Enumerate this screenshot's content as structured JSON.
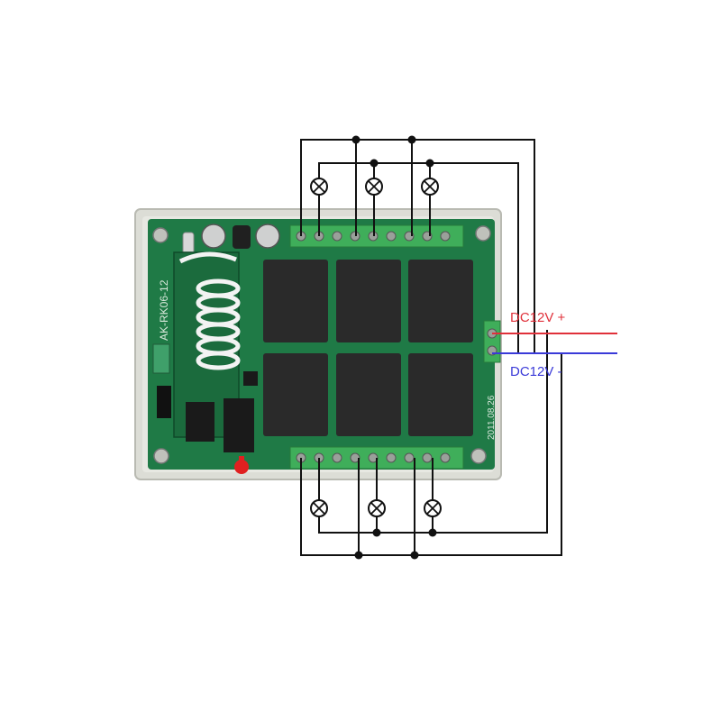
{
  "board": {
    "model_text": "AK-RK06-12",
    "date_text": "2011.08.26"
  },
  "power": {
    "positive_label": "DC12V +",
    "negative_label": "DC12V -",
    "positive_color": "#e0303a",
    "negative_color": "#3a3ad8"
  },
  "colors": {
    "pcb": "#1f7a46",
    "terminal": "#3fae5a",
    "relay": "#2a2a2a",
    "wire": "#111111",
    "enclosure": "#dcddd6"
  },
  "lamps": {
    "top_count": 3,
    "bottom_count": 3,
    "icon": "lamp-icon"
  },
  "indicators": {
    "led_color": "#e02020",
    "led_icon": "led-icon"
  }
}
